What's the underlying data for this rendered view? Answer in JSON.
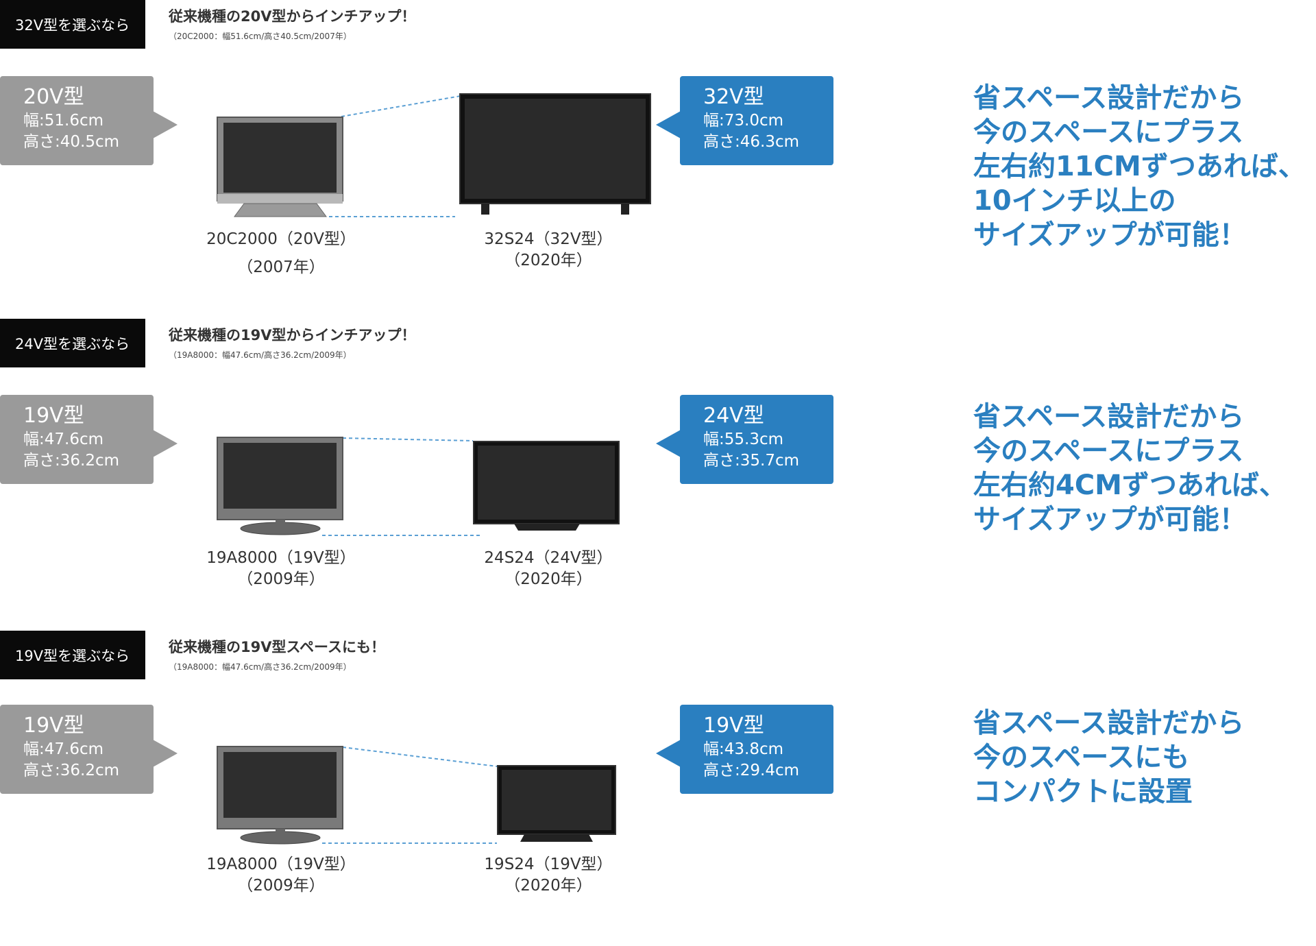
{
  "sections": [
    {
      "label": "32V型を選ぶなら",
      "headline": "従来機種の20V型からインチアップ！",
      "note": "（20C2000：幅51.6cm/高さ40.5cm/2007年）",
      "old": {
        "size": "20V型",
        "width": "幅:51.6cm",
        "height": "高さ:40.5cm",
        "model": "20C2000（20V型）",
        "year": "（2007年）"
      },
      "new": {
        "size": "32V型",
        "width": "幅:73.0cm",
        "height": "高さ:46.3cm",
        "model": "32S24（32V型）",
        "year": "（2020年）"
      },
      "copy": [
        "省スペース設計だから",
        "今のスペースにプラス",
        "左右約11CMずつあれば、",
        "10インチ以上の",
        "サイズアップが可能！"
      ]
    },
    {
      "label": "24V型を選ぶなら",
      "headline": "従来機種の19V型からインチアップ！",
      "note": "（19A8000：幅47.6cm/高さ36.2cm/2009年）",
      "old": {
        "size": "19V型",
        "width": "幅:47.6cm",
        "height": "高さ:36.2cm",
        "model": "19A8000（19V型）",
        "year": "（2009年）"
      },
      "new": {
        "size": "24V型",
        "width": "幅:55.3cm",
        "height": "高さ:35.7cm",
        "model": "24S24（24V型）",
        "year": "（2020年）"
      },
      "copy": [
        "省スペース設計だから",
        "今のスペースにプラス",
        "左右約4CMずつあれば、",
        "サイズアップが可能！"
      ]
    },
    {
      "label": "19V型を選ぶなら",
      "headline": "従来機種の19V型スペースにも！",
      "note": "（19A8000：幅47.6cm/高さ36.2cm/2009年）",
      "old": {
        "size": "19V型",
        "width": "幅:47.6cm",
        "height": "高さ:36.2cm",
        "model": "19A8000（19V型）",
        "year": "（2009年）"
      },
      "new": {
        "size": "19V型",
        "width": "幅:43.8cm",
        "height": "高さ:29.4cm",
        "model": "19S24（19V型）",
        "year": "（2020年）"
      },
      "copy": [
        "省スペース設計だから",
        "今のスペースにも",
        "コンパクトに設置"
      ]
    }
  ],
  "colors": {
    "accent": "#2a7fc0",
    "old_bubble": "#9a9a9a",
    "label_bg": "#0a0a0a",
    "guide_line": "#5a9fd4"
  }
}
